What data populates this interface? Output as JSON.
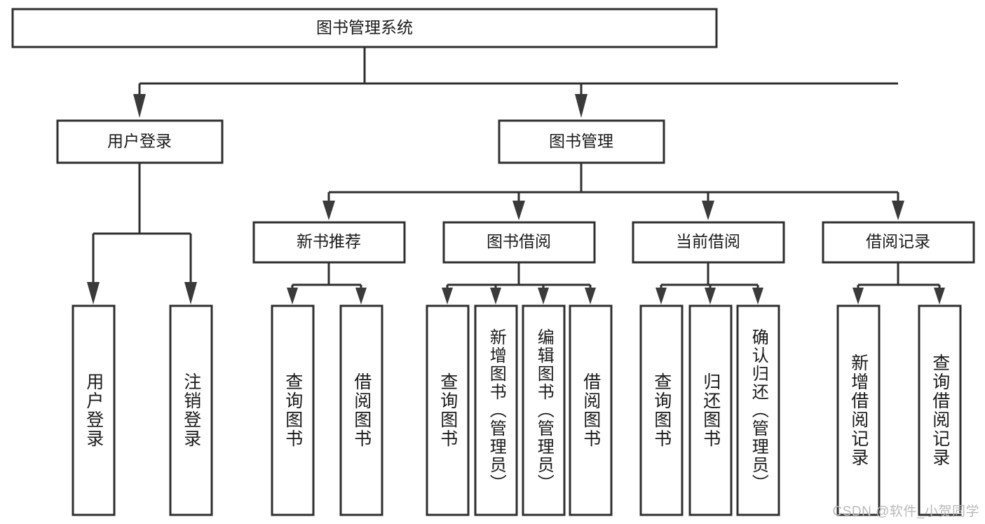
{
  "diagram": {
    "type": "hierarchy-tree",
    "title": "图书管理系统",
    "root": {
      "label": "图书管理系统"
    },
    "level2": [
      {
        "label": "用户登录"
      },
      {
        "label": "图书管理"
      }
    ],
    "level3": [
      {
        "label": "新书推荐"
      },
      {
        "label": "图书借阅"
      },
      {
        "label": "当前借阅"
      },
      {
        "label": "借阅记录"
      }
    ],
    "leaves": [
      {
        "label": "用户登录",
        "parent": "用户登录"
      },
      {
        "label": "注销登录",
        "parent": "用户登录"
      },
      {
        "label": "查询图书",
        "parent": "新书推荐"
      },
      {
        "label": "借阅图书",
        "parent": "新书推荐"
      },
      {
        "label": "查询图书",
        "parent": "图书借阅"
      },
      {
        "label": "新增图书（管理员）",
        "parent": "图书借阅"
      },
      {
        "label": "编辑图书（管理员）",
        "parent": "图书借阅"
      },
      {
        "label": "借阅图书",
        "parent": "图书借阅"
      },
      {
        "label": "查询图书",
        "parent": "当前借阅"
      },
      {
        "label": "归还图书",
        "parent": "当前借阅"
      },
      {
        "label": "确认归还（管理员）",
        "parent": "当前借阅"
      },
      {
        "label": "新增借阅记录",
        "parent": "借阅记录"
      },
      {
        "label": "查询借阅记录",
        "parent": "借阅记录"
      }
    ]
  },
  "watermark": {
    "text": "CSDN @软件_小贺同学"
  },
  "colors": {
    "background": "#ffffff",
    "box_fill": "#ffffff",
    "box_stroke": "#2f2f2f",
    "connector": "#2f2f2f",
    "text": "#1a1a1a",
    "watermark": "#b9b9b9"
  }
}
